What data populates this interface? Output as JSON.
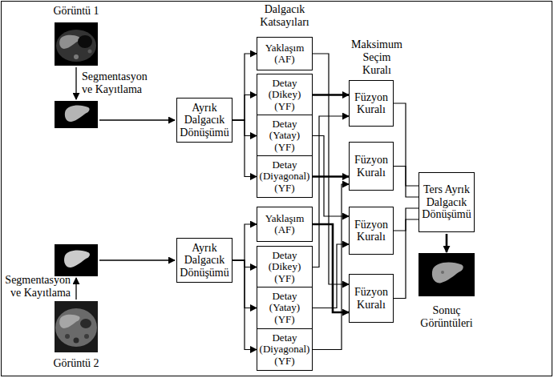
{
  "diagram": {
    "nodes": [
      {
        "text": [
          "Ayrık Dalgacık Dönüşümü"
        ]
      },
      {
        "text": [
          "Yaklaşım (AF)"
        ]
      },
      {
        "text": [
          "Detay (Dikey) (YF)"
        ]
      },
      {
        "text": [
          "Detay (Yatay) (YF)"
        ]
      },
      {
        "text": [
          "Detay (Diyagonal) (YF)"
        ]
      },
      {
        "text": [
          "Ayrık Dalgacık Dönüşümü"
        ]
      },
      {
        "text": [
          "Yaklaşım (AF)"
        ]
      },
      {
        "text": [
          "Detay (Dikey) (YF)"
        ]
      },
      {
        "text": [
          "Detay (Yatay) (YF)"
        ]
      },
      {
        "text": [
          "Detay (Diyagonal) (YF)"
        ]
      },
      {
        "text": [
          "Füzyon Kuralı"
        ]
      },
      {
        "text": [
          "Füzyon Kuralı"
        ]
      },
      {
        "text": [
          "Füzyon Kuralı"
        ]
      },
      {
        "text": [
          "Füzyon Kuralı"
        ]
      },
      {
        "text": [
          "Ters Ayrık Dalgacık Dönüşümü"
        ]
      }
    ],
    "edges": [
      {
        "from": 0,
        "to": 1,
        "arrow": "to"
      },
      {
        "from": 0,
        "to": 2,
        "arrow": "to"
      },
      {
        "from": 0,
        "to": 3,
        "arrow": "to"
      },
      {
        "from": 0,
        "to": 4,
        "arrow": "to"
      },
      {
        "from": 5,
        "to": 6,
        "arrow": "to"
      },
      {
        "from": 5,
        "to": 7,
        "arrow": "to"
      },
      {
        "from": 5,
        "to": 8,
        "arrow": "to"
      },
      {
        "from": 5,
        "to": 9,
        "arrow": "to"
      },
      {
        "from": 2,
        "to": 10,
        "arrow": "to"
      },
      {
        "from": 7,
        "to": 10,
        "arrow": "to"
      },
      {
        "from": 4,
        "to": 11,
        "arrow": "to"
      },
      {
        "from": 9,
        "to": 11,
        "arrow": "to"
      },
      {
        "from": 3,
        "to": 12,
        "arrow": "to"
      },
      {
        "from": 8,
        "to": 12,
        "arrow": "to"
      },
      {
        "from": 1,
        "to": 13,
        "arrow": "to"
      },
      {
        "from": 6,
        "to": 13,
        "arrow": "to"
      },
      {
        "from": 10,
        "to": 14,
        "arrow": "none"
      },
      {
        "from": 11,
        "to": 14,
        "arrow": "none"
      },
      {
        "from": 12,
        "to": 14,
        "arrow": "none"
      },
      {
        "from": 13,
        "to": 14,
        "arrow": "none"
      }
    ],
    "labels": [
      "Görüntü 1",
      "Segmentasyon ve Kayıtlama",
      "Dalgacık Katsayıları",
      "Maksimum Seçim Kuralı",
      "Segmentasyon ve Kayıtlama",
      "Görüntü 2",
      "Sonuç Görüntüleri"
    ]
  }
}
